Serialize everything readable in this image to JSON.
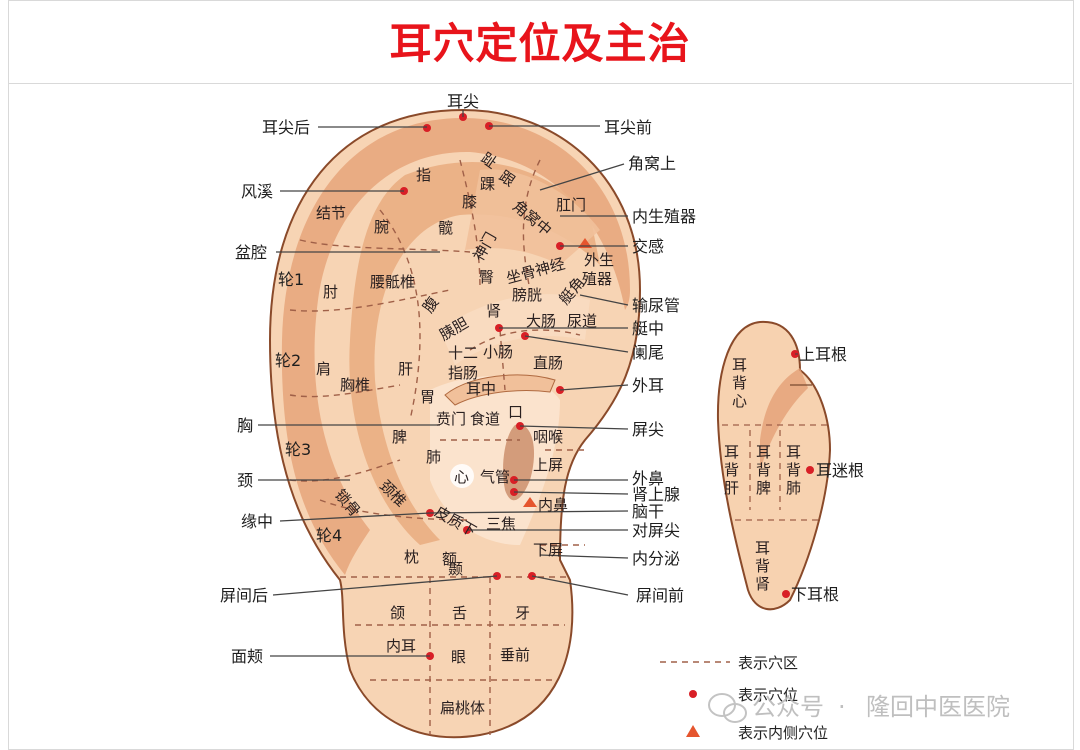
{
  "title": "耳穴定位及主治",
  "colors": {
    "title": "#e8141b",
    "point": "#d81f26",
    "skin": "#f6d2b2",
    "skin_dark": "#dd9466",
    "outline": "#8a4a2a",
    "leader": "#444444"
  },
  "outer_labels": {
    "erjian": "耳尖",
    "erjianhou": "耳尖后",
    "erjianqian": "耳尖前",
    "jiaowoshang": "角窝上",
    "fengxi": "风溪",
    "neishengzhiqi": "内生殖器",
    "penqiang": "盆腔",
    "jiaogan": "交感",
    "waishengzhiqi_1": "外生",
    "waishengzhiqi_2": "殖器",
    "lun1": "轮1",
    "shuniaoguan": "输尿管",
    "tingzhong": "艇中",
    "lanwei": "阑尾",
    "lun2": "轮2",
    "waier": "外耳",
    "xiong": "胸",
    "pingjian": "屏尖",
    "lun3": "轮3",
    "jing": "颈",
    "waibi": "外鼻",
    "shenshangxian": "肾上腺",
    "naogan": "脑干",
    "yuanzhong": "缘中",
    "duipingjian": "对屏尖",
    "lun4": "轮4",
    "neifenmi": "内分泌",
    "pingjianhou": "屏间后",
    "pingjianqian": "屏间前",
    "mianjia": "面颊"
  },
  "inner_labels": {
    "zhi": "指",
    "zhi_toe": "趾",
    "gen": "跟",
    "huai": "踝",
    "xi": "膝",
    "jiejie": "结节",
    "wan": "腕",
    "kuan": "髋",
    "gangmen": "肛门",
    "shenmen": "神门",
    "jiaowozhong": "角窝中",
    "tun": "臀",
    "zuogushenjing": "坐骨神经",
    "zhou": "肘",
    "yaodizhui": "腰骶椎",
    "pangguang": "膀胱",
    "tingjiao": "艇角",
    "fu": "腹",
    "shen": "肾",
    "yidan": "胰胆",
    "dachang": "大肠",
    "niaodao": "尿道",
    "shier": "十二",
    "zhichang": "指肠",
    "xiaochang": "小肠",
    "jian": "肩",
    "gan": "肝",
    "zhichang2": "直肠",
    "xiongzhui": "胸椎",
    "wei": "胃",
    "erzhong": "耳中",
    "benmen": "贲门",
    "shidao": "食道",
    "kou": "口",
    "pi": "脾",
    "yanhou": "咽喉",
    "fei": "肺",
    "shangping": "上屏",
    "xin": "心",
    "qiguan": "气管",
    "neibi": "内鼻",
    "suogu": "锁骨",
    "jingzhui": "颈椎",
    "pizhixia": "皮质下",
    "sanjiao": "三焦",
    "nie": "颞",
    "xiaping": "下屏",
    "zhen": "枕",
    "e": "额",
    "he": "颌",
    "she": "舌",
    "ya": "牙",
    "neier": "内耳",
    "yan": "眼",
    "chuiqian": "垂前",
    "biantaoti": "扁桃体"
  },
  "back_labels": {
    "shangergen": "上耳根",
    "erbeixin": [
      "耳",
      "背",
      "心"
    ],
    "erbeigan": [
      "耳",
      "背",
      "肝"
    ],
    "erbeipi": [
      "耳",
      "背",
      "脾"
    ],
    "erbeifei": [
      "耳",
      "背",
      "肺"
    ],
    "ermigen": "耳迷根",
    "erbeishen": [
      "耳",
      "背",
      "肾"
    ],
    "xiaergen": "下耳根"
  },
  "legend": {
    "zone": "表示穴区",
    "point": "表示穴位",
    "inner": "表示内侧穴位"
  },
  "watermark": {
    "brand": "公众号",
    "sep": "·",
    "name": "隆回中医医院"
  }
}
